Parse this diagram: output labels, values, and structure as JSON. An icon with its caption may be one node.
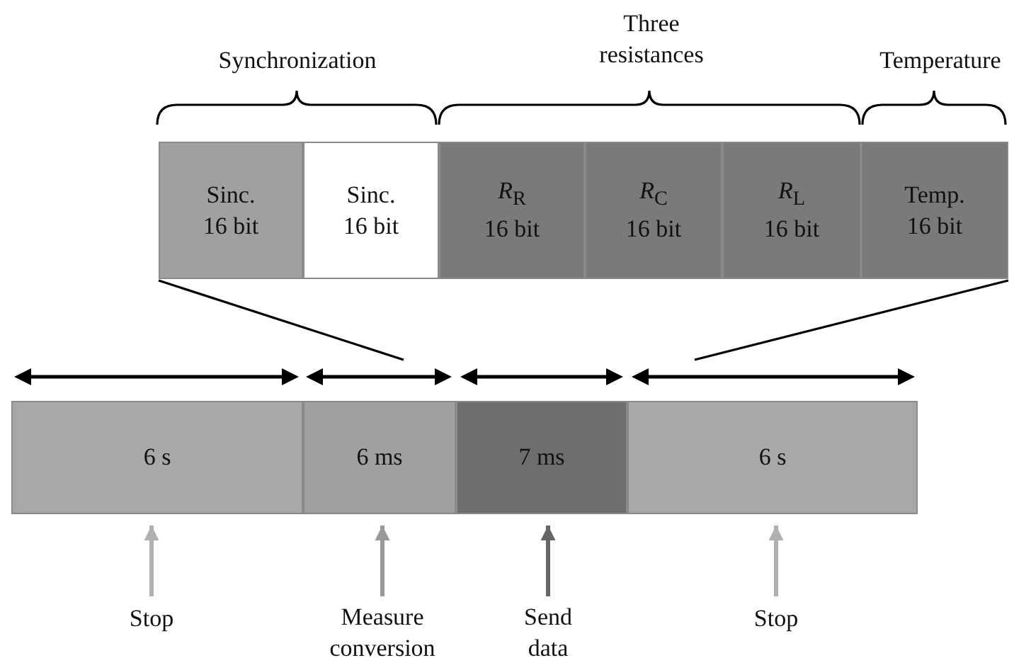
{
  "diagram": {
    "nodes": [
      {
        "text": [
          "Sinc.",
          "16 bit"
        ]
      },
      {
        "text": [
          "Sinc.",
          "16 bit"
        ]
      },
      {
        "text": [
          "*R*$_{R}$",
          "16 bit"
        ]
      },
      {
        "text": [
          "*R*$_{C}$",
          "16 bit"
        ]
      },
      {
        "text": [
          "*R*$_{L}$",
          "16 bit"
        ]
      },
      {
        "text": [
          "Temp.",
          "16 bit"
        ]
      },
      {
        "text": [
          "6 s"
        ]
      },
      {
        "text": [
          "6 ms"
        ]
      },
      {
        "text": [
          "7 ms"
        ]
      },
      {
        "text": [
          "6 s"
        ]
      },
      {
        "text": [
          "Stop"
        ]
      },
      {
        "text": [
          "Measure conversion"
        ]
      },
      {
        "text": [
          "Send data"
        ]
      },
      {
        "text": [
          "Stop"
        ]
      }
    ],
    "edges": [
      {
        "from": 10,
        "to": 6,
        "arrow": "to",
        "color": "#b0b0b0"
      },
      {
        "from": 11,
        "to": 7,
        "arrow": "to",
        "color": "#999999"
      },
      {
        "from": 12,
        "to": 8,
        "arrow": "to",
        "color": "#666666"
      },
      {
        "from": 13,
        "to": 9,
        "arrow": "to",
        "color": "#b0b0b0"
      },
      {
        "from": 0,
        "to": null,
        "arrow": "none",
        "color": "#000000"
      },
      {
        "from": 5,
        "to": null,
        "arrow": "none",
        "color": "#000000"
      }
    ],
    "labels": [
      "Synchronization",
      "Three resistances",
      "Temperature"
    ]
  }
}
